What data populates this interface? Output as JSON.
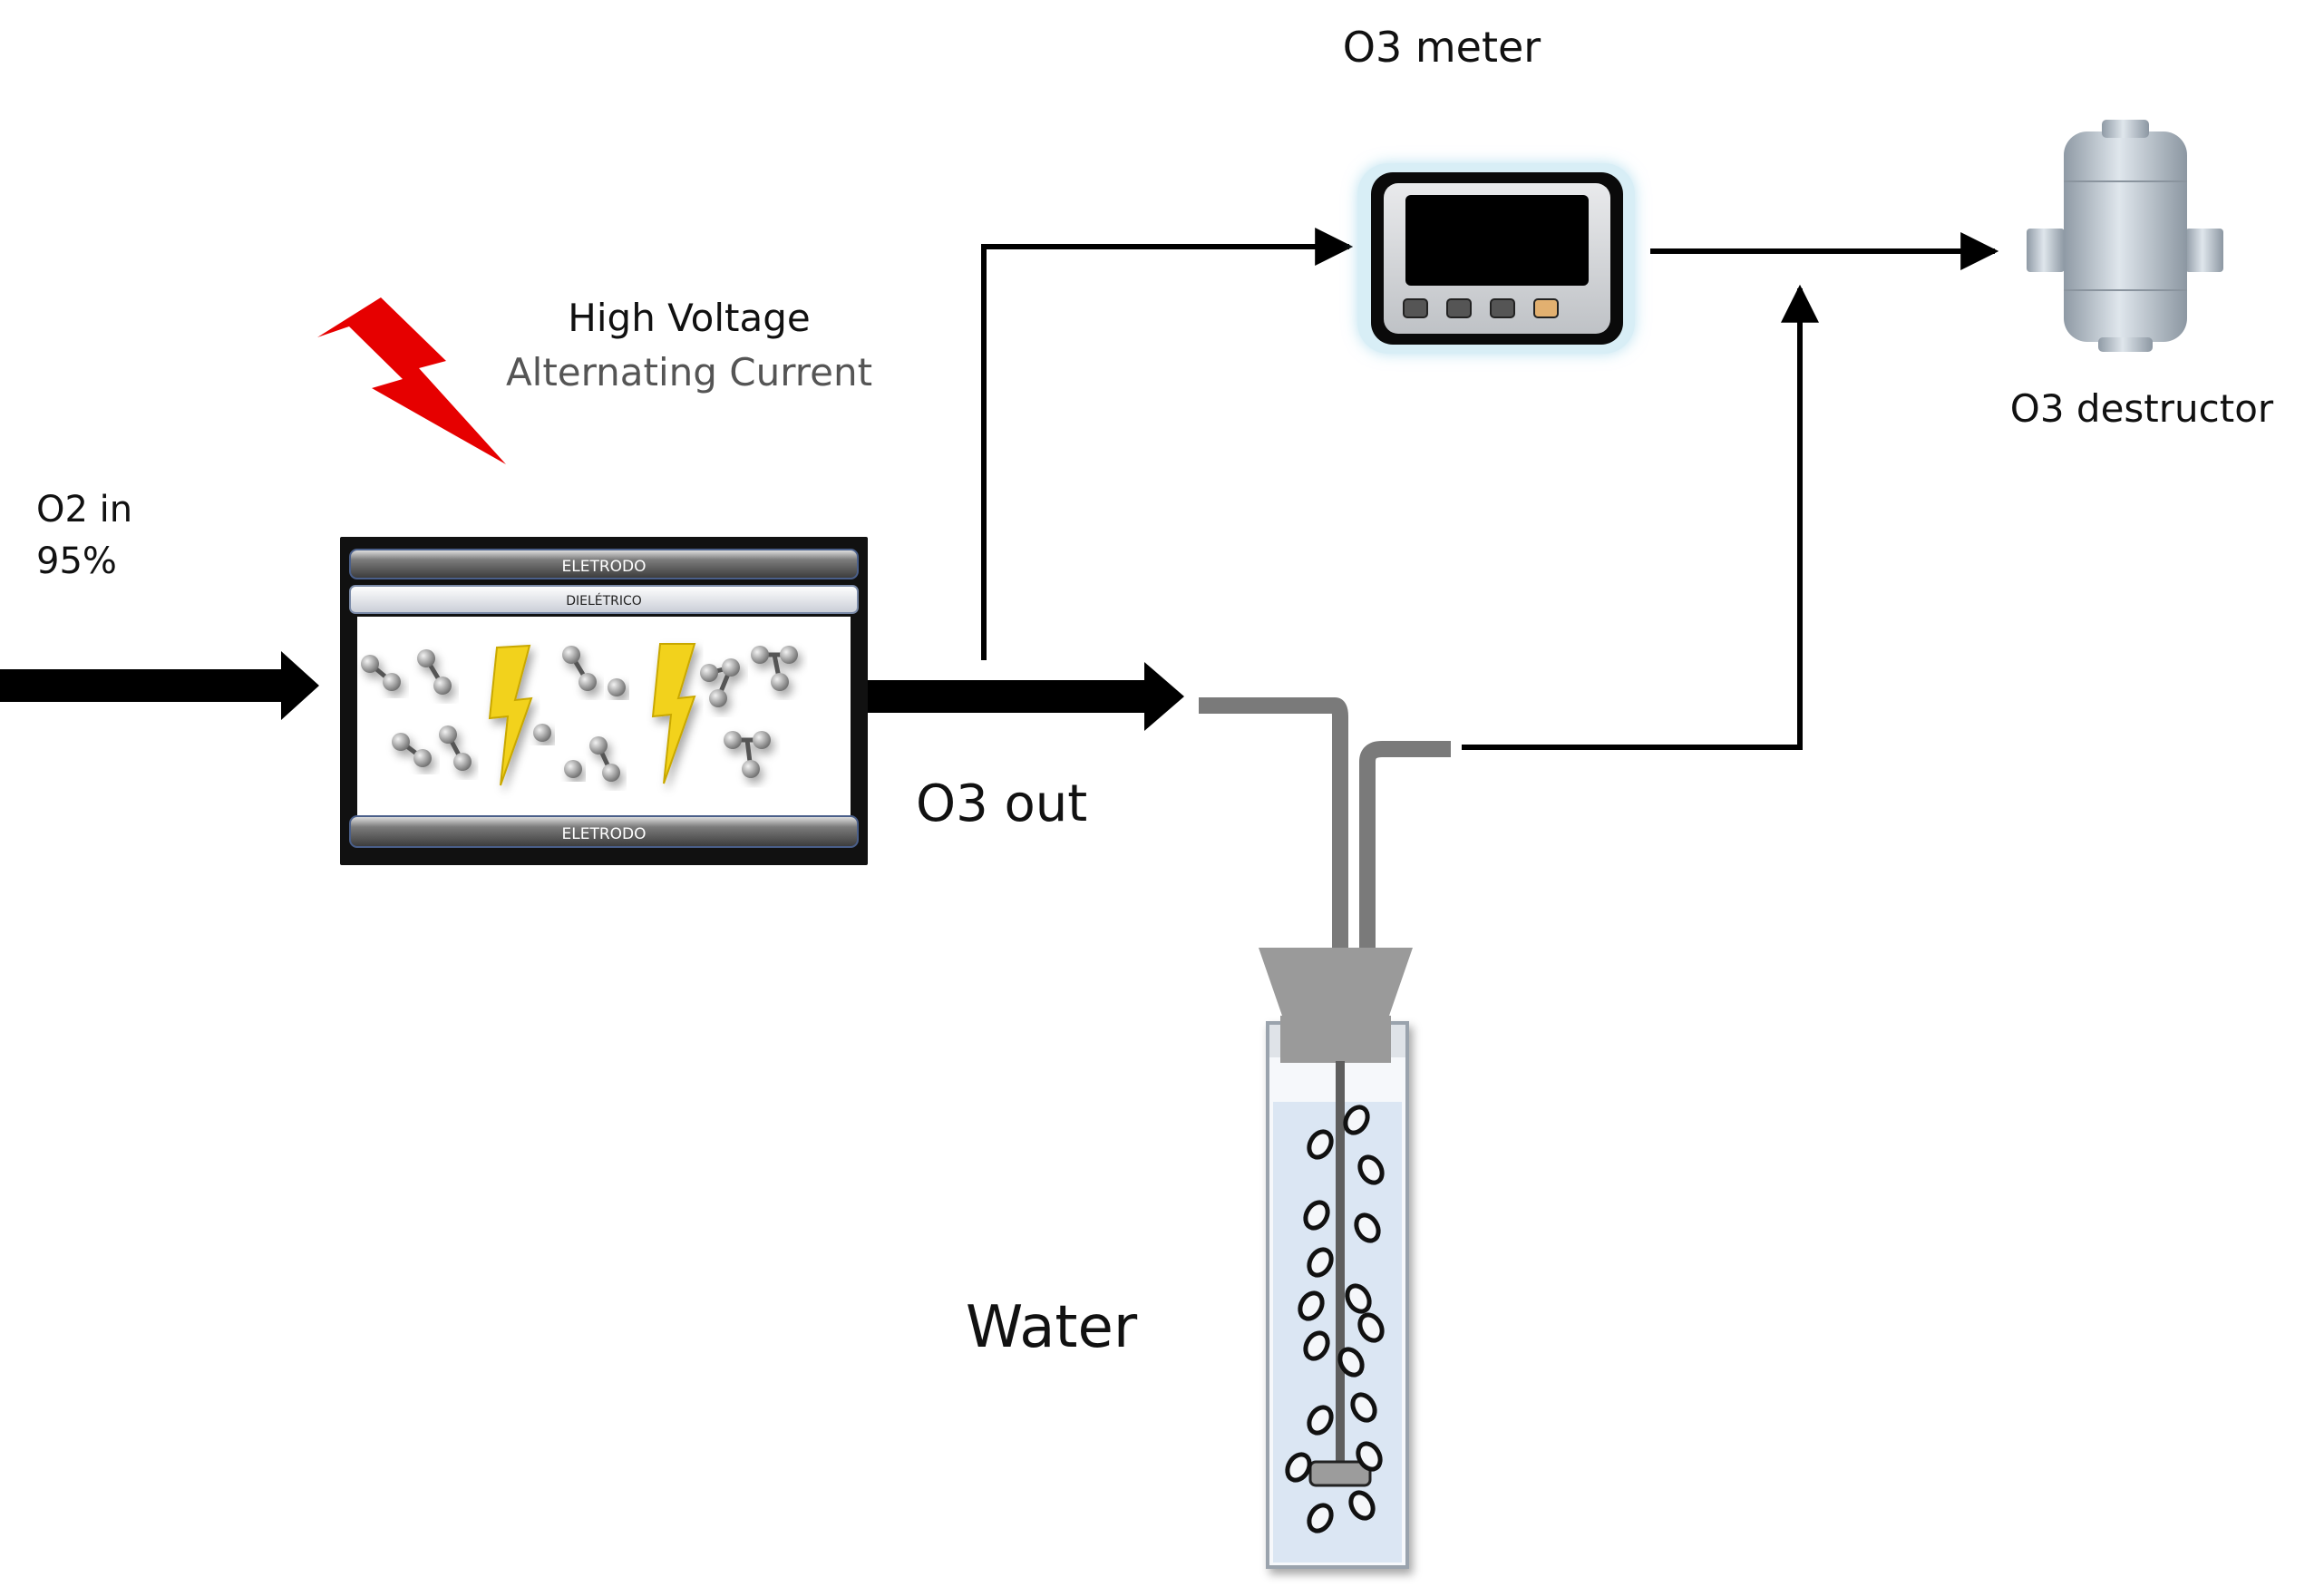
{
  "labels": {
    "o2_in_line1": "O2 in",
    "o2_in_line2": "95%",
    "hv_line1": "High Voltage",
    "hv_line2": "Alternating Current",
    "o3_out": "O3 out",
    "o3_meter": "O3 meter",
    "o3_destructor": "O3 destructor",
    "water": "Water"
  },
  "generator": {
    "electrode_top": "ELETRODO",
    "dielectric": "DIELÉTRICO",
    "electrode_bottom": "ELETRODO"
  },
  "colors": {
    "arrow": "#000000",
    "pipe": "#7a7a7a",
    "lightning_red": "#e60000",
    "spark_yellow": "#f2d21a",
    "water": "#dbe6f3",
    "meter_screen": "#000000",
    "meter_button_accent": "#e2b070"
  },
  "icons": [
    "lightning-bolt-icon",
    "spark-icon",
    "molecule-icon",
    "bubble-icon"
  ]
}
